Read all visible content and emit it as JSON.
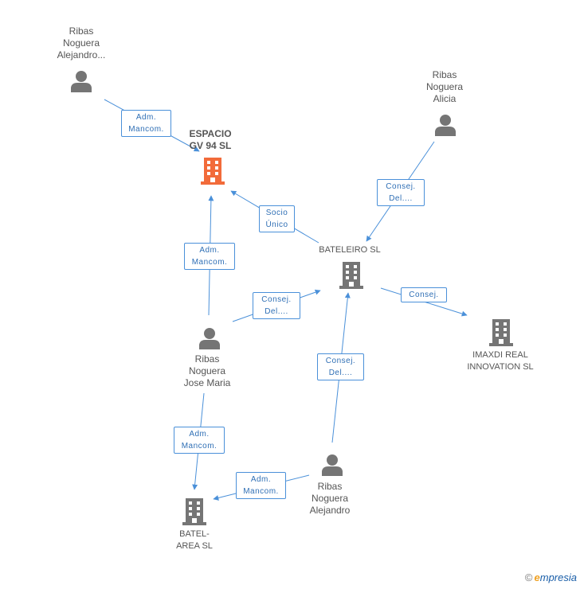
{
  "nodes": {
    "espacio": {
      "label": "ESPACIO\nGV 94 SL",
      "kind": "company-main"
    },
    "bateleiro": {
      "label": "BATELEIRO SL",
      "kind": "company"
    },
    "imaxdi": {
      "label": "IMAXDI REAL\nINNOVATION SL",
      "kind": "company"
    },
    "batel_area": {
      "label": "BATEL-\nAREA SL",
      "kind": "company"
    },
    "ribas_alejandro_top": {
      "label": "Ribas\nNoguera\nAlejandro...",
      "kind": "person"
    },
    "ribas_alicia": {
      "label": "Ribas\nNoguera\nAlicia",
      "kind": "person"
    },
    "ribas_jose_maria": {
      "label": "Ribas\nNoguera\nJose Maria",
      "kind": "person"
    },
    "ribas_alejandro": {
      "label": "Ribas\nNoguera\nAlejandro",
      "kind": "person"
    }
  },
  "edges": [
    {
      "from": "ribas_alejandro_top",
      "to": "espacio",
      "label": "Adm.\nMancom."
    },
    {
      "from": "ribas_alicia",
      "to": "bateleiro",
      "label": "Consej.\nDel...."
    },
    {
      "from": "bateleiro",
      "to": "espacio",
      "label": "Socio\nÚnico"
    },
    {
      "from": "ribas_jose_maria",
      "to": "espacio",
      "label": "Adm.\nMancom."
    },
    {
      "from": "ribas_jose_maria",
      "to": "bateleiro",
      "label": "Consej.\nDel...."
    },
    {
      "from": "bateleiro",
      "to": "imaxdi",
      "label": "Consej."
    },
    {
      "from": "ribas_alejandro",
      "to": "bateleiro",
      "label": "Consej.\nDel...."
    },
    {
      "from": "ribas_jose_maria",
      "to": "batel_area",
      "label": "Adm.\nMancom."
    },
    {
      "from": "ribas_alejandro",
      "to": "batel_area",
      "label": "Adm.\nMancom."
    }
  ],
  "colors": {
    "edge": "#4a90d9",
    "main_company": "#f26b3a",
    "company": "#757575",
    "person": "#757575"
  },
  "footer": {
    "copyright": "©",
    "brand_initial": "e",
    "brand_rest": "mpresia"
  }
}
